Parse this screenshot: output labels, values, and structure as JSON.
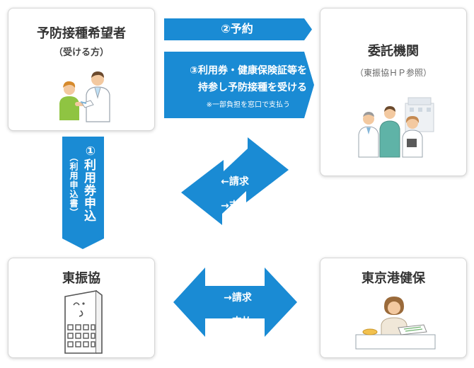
{
  "applicant": {
    "title": "予防接種希望者",
    "subtitle": "（受ける方）"
  },
  "agency": {
    "title": "委託機関",
    "subtitle": "（東振協ＨＰ参照）"
  },
  "tohsinkyo": {
    "title": "東振協"
  },
  "kenpo": {
    "title": "東京港健保"
  },
  "arrows": {
    "reserve": "②予約",
    "ticket_line1": "③利用券・健康保険証等を",
    "ticket_line2": "持参し予防接種を受ける",
    "ticket_note": "※一部負担を窓口で支払う",
    "apply_number": "①",
    "apply_label": "利用券申込",
    "apply_sub": "（利用申込書）",
    "upper_line1": "←請求",
    "upper_line2": "→支払",
    "lower_line1": "→請求",
    "lower_line2": "←支払"
  },
  "colors": {
    "arrow": "#1a8bd4",
    "card_border": "#d6d6d6",
    "text": "#333333"
  },
  "icons": {
    "applicant": "vaccination-illustration",
    "agency": "medical-staff-illustration",
    "tohsinkyo": "building-illustration",
    "kenpo": "office-worker-illustration"
  }
}
